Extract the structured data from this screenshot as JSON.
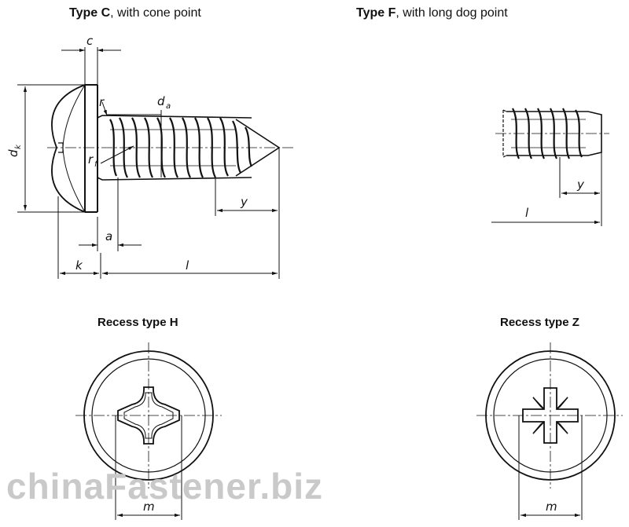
{
  "titles": {
    "type_c_bold": "Type C",
    "type_c_rest": ", with cone point",
    "type_f_bold": "Type F",
    "type_f_rest": ", with long dog point",
    "recess_h": "Recess type H",
    "recess_z": "Recess type Z"
  },
  "dims": {
    "c": "c",
    "r": "r",
    "d": "d",
    "a_sub": "a",
    "rf": "r",
    "f_sub": "f",
    "dk": "d",
    "k_sub": "k",
    "y": "y",
    "a": "a",
    "k": "k",
    "l": "l",
    "y_f": "y",
    "l_f": "l",
    "m_h": "m",
    "m_z": "m"
  },
  "watermark": "chinaFastener.biz"
}
